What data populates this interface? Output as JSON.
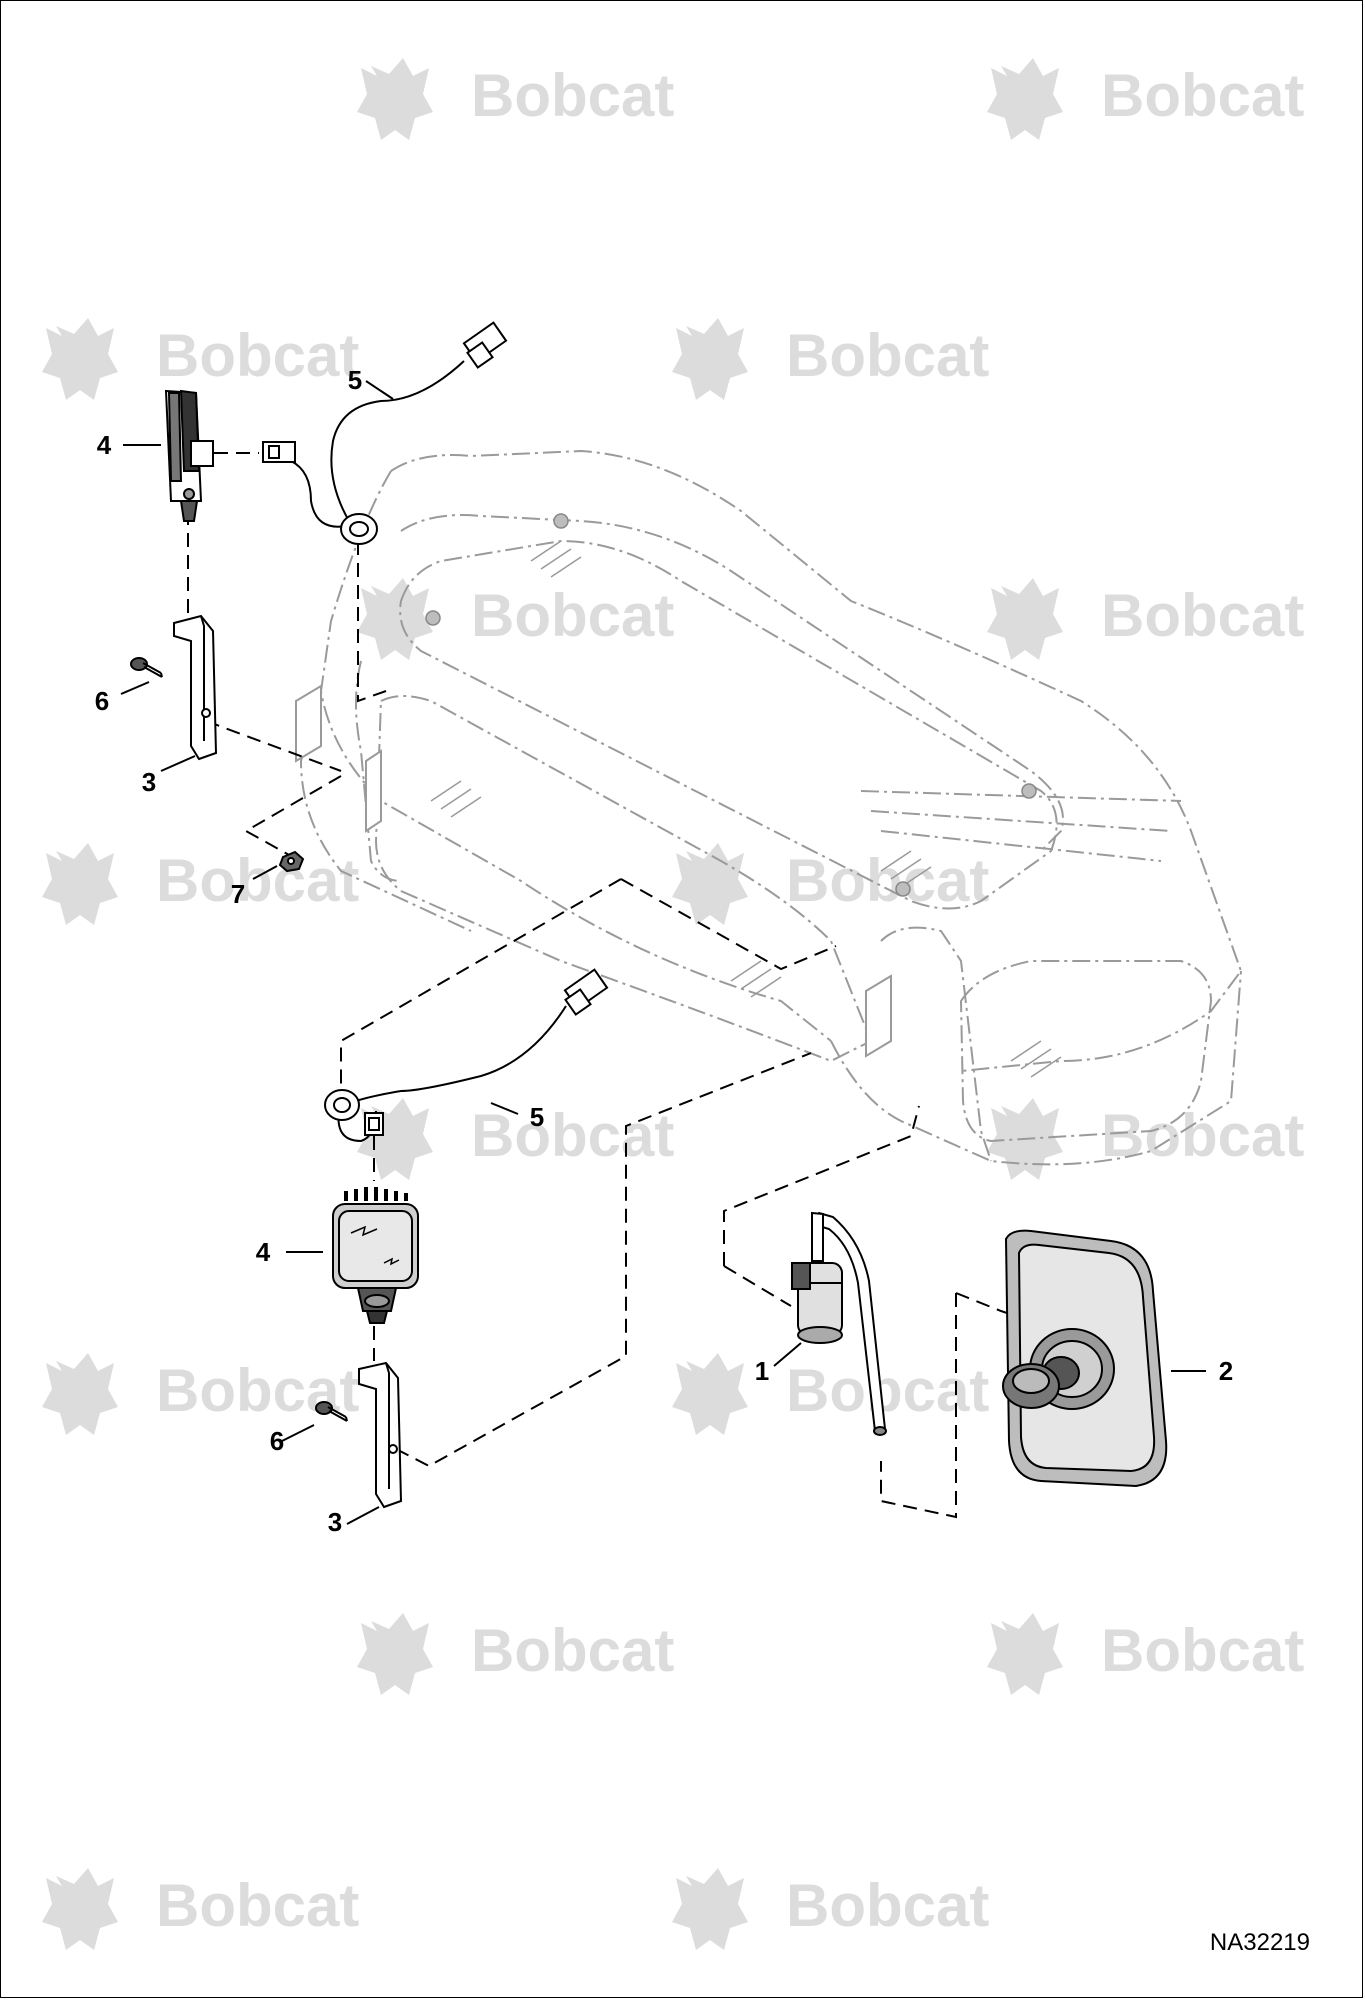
{
  "figure": {
    "id": "NA32219",
    "watermark_text": "Bobcat",
    "watermark_color": "#dcdcdc",
    "line_color": "#000000",
    "phantom_line_color": "#9a9a9a"
  },
  "callouts": {
    "c1": "1",
    "c2": "2",
    "c3_upper": "3",
    "c3_lower": "3",
    "c4_upper": "4",
    "c4_lower": "4",
    "c5_upper": "5",
    "c5_lower": "5",
    "c6_upper": "6",
    "c6_lower": "6",
    "c7": "7"
  },
  "parts": [
    {
      "callout": "1",
      "icon": "mirror-arm-icon"
    },
    {
      "callout": "2",
      "icon": "mirror-icon"
    },
    {
      "callout": "3",
      "icon": "bracket-icon"
    },
    {
      "callout": "4",
      "icon": "work-light-icon"
    },
    {
      "callout": "5",
      "icon": "wire-harness-icon"
    },
    {
      "callout": "6",
      "icon": "bolt-icon"
    },
    {
      "callout": "7",
      "icon": "nut-icon"
    }
  ]
}
